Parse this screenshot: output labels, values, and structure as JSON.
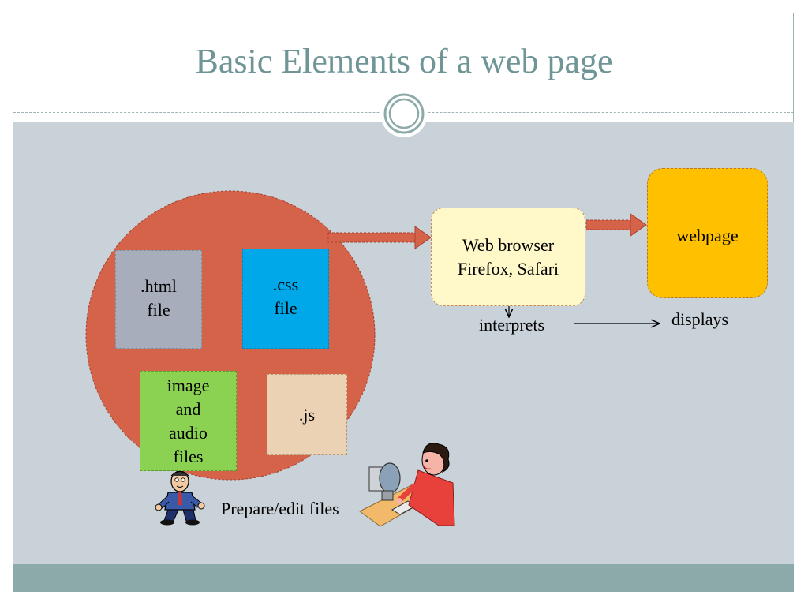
{
  "slide": {
    "title": "Basic Elements of a web page"
  },
  "diagram": {
    "files": {
      "html": ".html\nfile",
      "css": ".css\nfile",
      "media": "image\nand\naudio\nfiles",
      "js": ".js"
    },
    "browser": "Web browser\nFirefox, Safari",
    "webpage": "webpage",
    "interprets": "interprets",
    "displays": "displays",
    "prepare": "Prepare/edit files"
  },
  "colors": {
    "title": "#6f9597",
    "content_bg": "#c8d2d8",
    "footer": "#8caaa9",
    "circle": "#d4634a",
    "arrow": "#d4634a",
    "html_box": "#a7adbb",
    "css_box": "#00a8ea",
    "media_box": "#8bd152",
    "js_box": "#ebd2b5",
    "browser_box": "#fff8c8",
    "webpage_box": "#ffc000"
  },
  "icons": {
    "man": "cartoon-man-icon",
    "woman": "woman-at-computer-icon",
    "ornament": "ring-ornament-icon"
  }
}
